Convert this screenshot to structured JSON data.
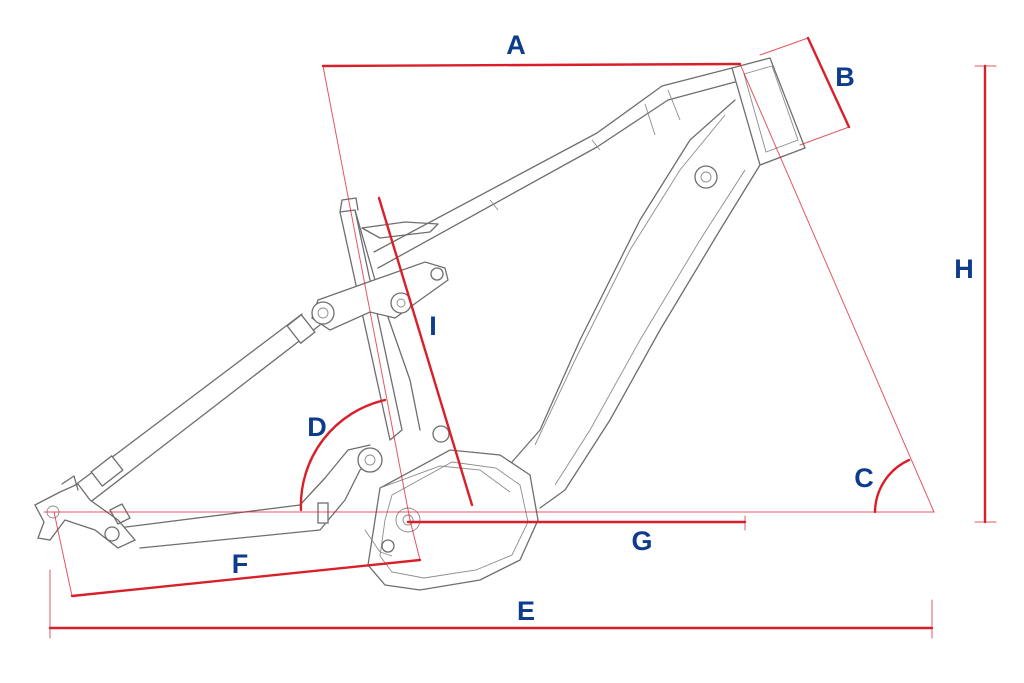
{
  "colors": {
    "dimension": "#d9202a",
    "label": "#0d3c8c",
    "frame": "#6e6e6e"
  },
  "labels": {
    "A": "A",
    "B": "B",
    "C": "C",
    "D": "D",
    "E": "E",
    "F": "F",
    "G": "G",
    "H": "H",
    "I": "I"
  }
}
